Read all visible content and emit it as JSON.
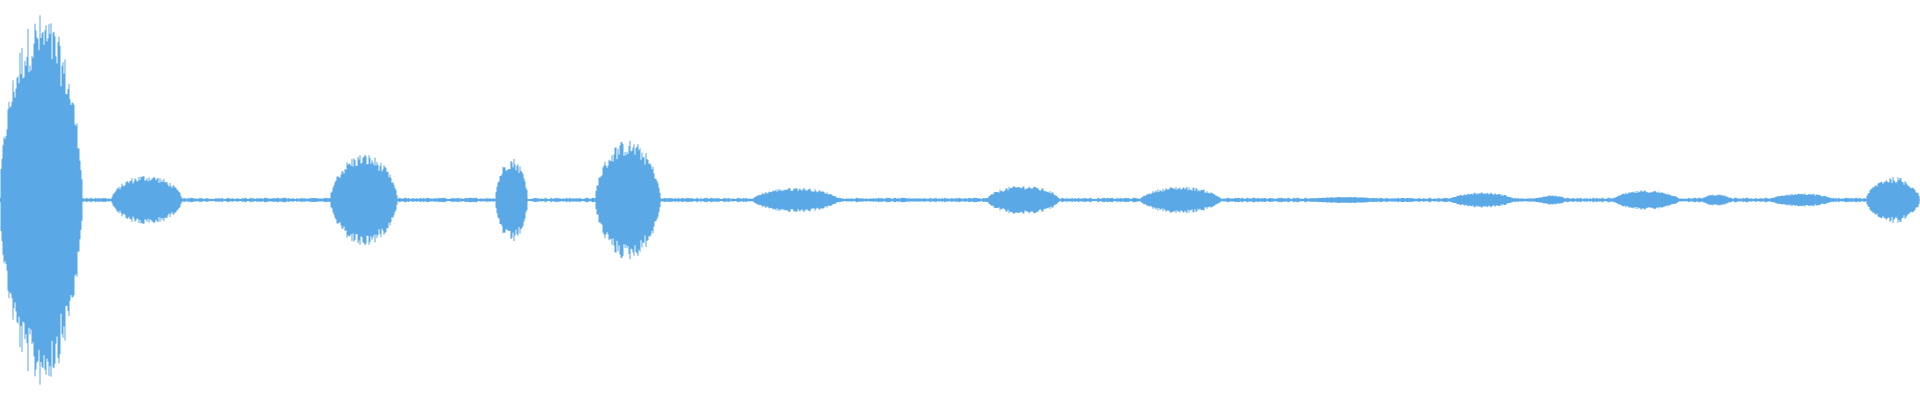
{
  "waveform": {
    "color": "#5aa9e6",
    "background": "#ffffff",
    "baseline_amplitude": 0.012,
    "segments": [
      {
        "start": 0.0,
        "end": 0.043,
        "peak": 0.96
      },
      {
        "start": 0.058,
        "end": 0.095,
        "peak": 0.13
      },
      {
        "start": 0.172,
        "end": 0.207,
        "peak": 0.24
      },
      {
        "start": 0.258,
        "end": 0.275,
        "peak": 0.22
      },
      {
        "start": 0.31,
        "end": 0.344,
        "peak": 0.31
      },
      {
        "start": 0.392,
        "end": 0.437,
        "peak": 0.065
      },
      {
        "start": 0.514,
        "end": 0.552,
        "peak": 0.075
      },
      {
        "start": 0.594,
        "end": 0.636,
        "peak": 0.07
      },
      {
        "start": 0.678,
        "end": 0.724,
        "peak": 0.016
      },
      {
        "start": 0.755,
        "end": 0.789,
        "peak": 0.04
      },
      {
        "start": 0.8,
        "end": 0.816,
        "peak": 0.025
      },
      {
        "start": 0.84,
        "end": 0.875,
        "peak": 0.05
      },
      {
        "start": 0.886,
        "end": 0.902,
        "peak": 0.03
      },
      {
        "start": 0.922,
        "end": 0.955,
        "peak": 0.035
      },
      {
        "start": 0.972,
        "end": 1.0,
        "peak": 0.12
      }
    ]
  }
}
